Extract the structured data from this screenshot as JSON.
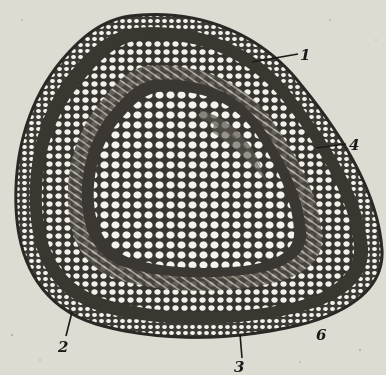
{
  "figure": {
    "labels": {
      "l1": "1",
      "l2": "2",
      "l3": "3",
      "l4": "4",
      "l6": "6"
    },
    "colors": {
      "paper": "#dedbd2",
      "tissue": "#3e3b36",
      "cell_lumen": "#f4f2ec",
      "label_ink": "#1a1a18"
    }
  }
}
